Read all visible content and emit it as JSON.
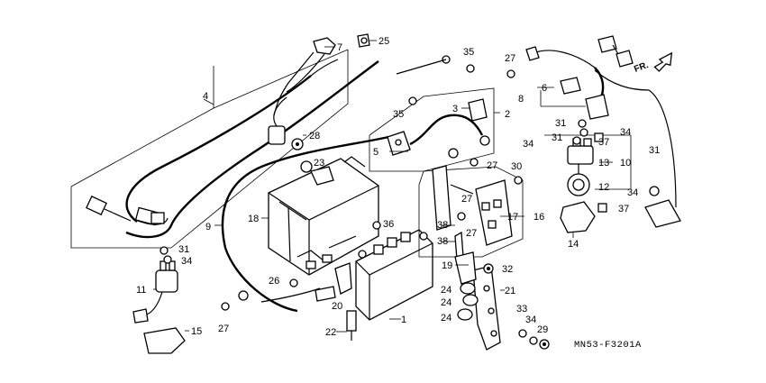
{
  "diagram": {
    "diagram_code": "MN53-F3201A",
    "direction_label": "FR.",
    "labels": [
      {
        "id": "l1",
        "text": "1"
      },
      {
        "id": "l2",
        "text": "2"
      },
      {
        "id": "l3",
        "text": "3"
      },
      {
        "id": "l4",
        "text": "4"
      },
      {
        "id": "l5",
        "text": "5"
      },
      {
        "id": "l6",
        "text": "6"
      },
      {
        "id": "l7",
        "text": "7"
      },
      {
        "id": "l8",
        "text": "8"
      },
      {
        "id": "l9",
        "text": "9"
      },
      {
        "id": "l10",
        "text": "10"
      },
      {
        "id": "l11",
        "text": "11"
      },
      {
        "id": "l12",
        "text": "12"
      },
      {
        "id": "l13",
        "text": "13"
      },
      {
        "id": "l14",
        "text": "14"
      },
      {
        "id": "l15",
        "text": "15"
      },
      {
        "id": "l16",
        "text": "16"
      },
      {
        "id": "l17",
        "text": "17"
      },
      {
        "id": "l18",
        "text": "18"
      },
      {
        "id": "l19",
        "text": "19"
      },
      {
        "id": "l20",
        "text": "20"
      },
      {
        "id": "l21",
        "text": "21"
      },
      {
        "id": "l22",
        "text": "22"
      },
      {
        "id": "l23",
        "text": "23"
      },
      {
        "id": "l24a",
        "text": "24"
      },
      {
        "id": "l24b",
        "text": "24"
      },
      {
        "id": "l24c",
        "text": "24"
      },
      {
        "id": "l25",
        "text": "25"
      },
      {
        "id": "l26",
        "text": "26"
      },
      {
        "id": "l27a",
        "text": "27"
      },
      {
        "id": "l27b",
        "text": "27"
      },
      {
        "id": "l27c",
        "text": "27"
      },
      {
        "id": "l27d",
        "text": "27"
      },
      {
        "id": "l27e",
        "text": "27"
      },
      {
        "id": "l28",
        "text": "28"
      },
      {
        "id": "l29",
        "text": "29"
      },
      {
        "id": "l30",
        "text": "30"
      },
      {
        "id": "l31a",
        "text": "31"
      },
      {
        "id": "l31b",
        "text": "31"
      },
      {
        "id": "l31c",
        "text": "31"
      },
      {
        "id": "l31d",
        "text": "31"
      },
      {
        "id": "l32",
        "text": "32"
      },
      {
        "id": "l33",
        "text": "33"
      },
      {
        "id": "l34a",
        "text": "34"
      },
      {
        "id": "l34b",
        "text": "34"
      },
      {
        "id": "l34c",
        "text": "34"
      },
      {
        "id": "l34d",
        "text": "34"
      },
      {
        "id": "l34e",
        "text": "34"
      },
      {
        "id": "l35a",
        "text": "35"
      },
      {
        "id": "l35b",
        "text": "35"
      },
      {
        "id": "l36",
        "text": "36"
      },
      {
        "id": "l37a",
        "text": "37"
      },
      {
        "id": "l37b",
        "text": "37"
      },
      {
        "id": "l38a",
        "text": "38"
      },
      {
        "id": "l38b",
        "text": "38"
      }
    ]
  }
}
